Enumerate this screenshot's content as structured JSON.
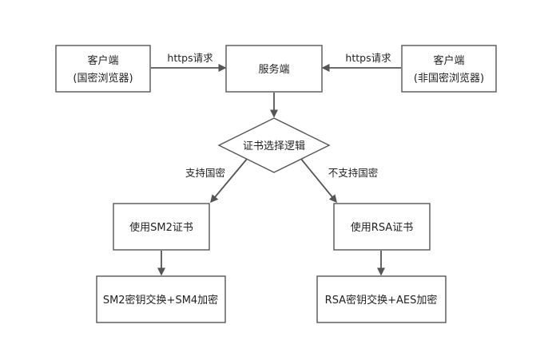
{
  "nodes": {
    "client_gm": {
      "line1": "客户端",
      "line2": "(国密浏览器)"
    },
    "server": {
      "label": "服务端"
    },
    "client_non_gm": {
      "line1": "客户端",
      "line2": "(非国密浏览器)"
    },
    "decision": {
      "label": "证书选择逻辑"
    },
    "use_sm2": {
      "label": "使用SM2证书"
    },
    "use_rsa": {
      "label": "使用RSA证书"
    },
    "sm_exchange": {
      "label": "SM2密钥交换+SM4加密"
    },
    "rsa_exchange": {
      "label": "RSA密钥交换+AES加密"
    }
  },
  "edges": {
    "https_left": "https请求",
    "https_right": "https请求",
    "supports_gm": "支持国密",
    "not_supports_gm": "不支持国密"
  }
}
